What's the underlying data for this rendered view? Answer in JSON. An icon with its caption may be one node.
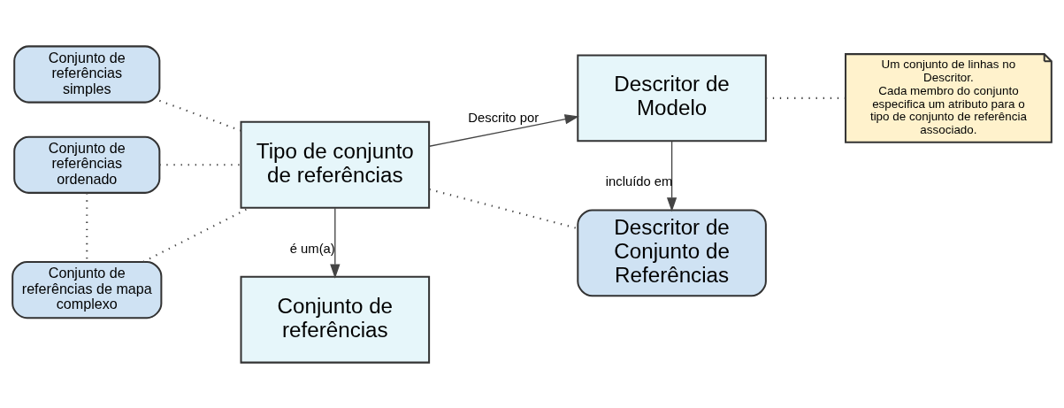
{
  "diagram": {
    "nodes": [
      {
        "text": [
          "Conjunto de referências"
        ]
      },
      {
        "text": [
          "Descritor de Conjunto de Referências"
        ]
      },
      {
        "text": [
          "Conjunto de referências simples"
        ]
      },
      {
        "text": [
          "Conjunto de referências ordenado"
        ]
      },
      {
        "text": [
          "Conjunto de referências de mapa complexo"
        ]
      },
      {
        "text": [
          "Tipo de conjunto de referências"
        ]
      },
      {
        "text": [
          "Descritor de Modelo"
        ]
      },
      {
        "text": [
          "Um conjunto de linhas no Descritor.",
          "Cada membro do conjunto especifica um atributo para o tipo de conjunto de referência associado."
        ]
      }
    ],
    "edges": [
      {
        "from": 5,
        "to": 0,
        "arrow": "to",
        "label": "é um(a)"
      },
      {
        "from": 5,
        "to": 1,
        "arrow": "none",
        "style": "dashed"
      },
      {
        "from": 2,
        "to": 5,
        "arrow": "none",
        "style": "dashed"
      },
      {
        "from": 3,
        "to": 5,
        "arrow": "none",
        "style": "dashed"
      },
      {
        "from": 4,
        "to": 5,
        "arrow": "none",
        "style": "dashed"
      },
      {
        "from": 3,
        "to": 4,
        "arrow": "none",
        "style": "dashed"
      },
      {
        "from": 5,
        "to": 6,
        "arrow": "to",
        "label": "Descrito por"
      },
      {
        "from": 6,
        "to": 1,
        "arrow": "to",
        "label": "incluído em"
      },
      {
        "from": 6,
        "to": 7,
        "arrow": "none",
        "style": "dashed"
      }
    ]
  }
}
